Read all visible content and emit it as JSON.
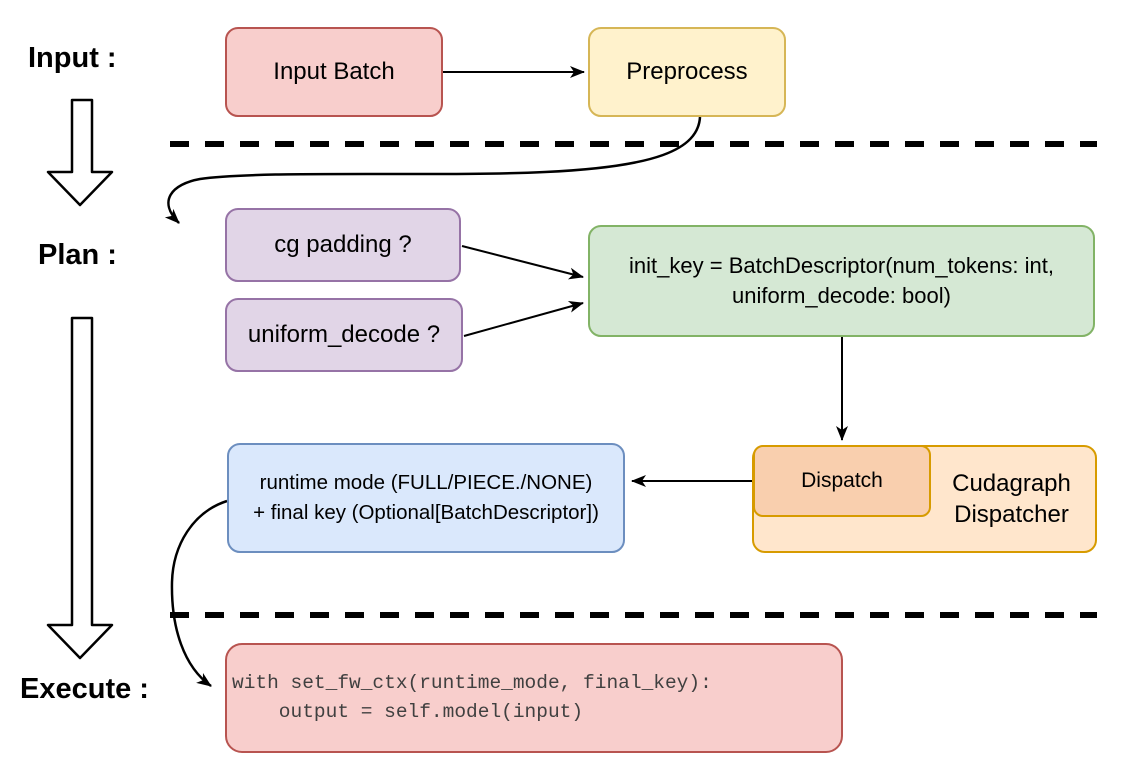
{
  "section_labels": {
    "input": "Input :",
    "plan": "Plan :",
    "execute": "Execute :"
  },
  "boxes": {
    "input_batch": {
      "label": "Input Batch",
      "fill": "#f8cecc",
      "stroke": "#b85450"
    },
    "preprocess": {
      "label": "Preprocess",
      "fill": "#fff2cc",
      "stroke": "#d6b656"
    },
    "cg_padding": {
      "label": "cg padding ?",
      "fill": "#e1d5e7",
      "stroke": "#9673a6"
    },
    "uniform_decode": {
      "label": "uniform_decode ?",
      "fill": "#e1d5e7",
      "stroke": "#9673a6"
    },
    "init_key": {
      "lines": [
        "init_key = BatchDescriptor(num_tokens: int,",
        "uniform_decode: bool)"
      ],
      "fill": "#d5e8d4",
      "stroke": "#82b366"
    },
    "runtime_mode": {
      "lines": [
        "runtime mode (FULL/PIECE./NONE)",
        "+ final key (Optional[BatchDescriptor])"
      ],
      "fill": "#dae8fc",
      "stroke": "#6c8ebf"
    },
    "cudagraph_dispatcher": {
      "label": "Cudagraph Dispatcher",
      "fill": "#ffe6cc",
      "stroke": "#d79b00"
    },
    "dispatch": {
      "label": "Dispatch",
      "fill": "#f9cfae",
      "stroke": "#d79b00"
    },
    "execute_code": {
      "lines": [
        "with set_fw_ctx(runtime_mode, final_key):",
        "    output = self.model(input)"
      ],
      "fill": "#f8cecc",
      "stroke": "#b85450",
      "text_color": "#404040"
    }
  },
  "connections": [
    {
      "from": "input_batch",
      "to": "preprocess",
      "style": "straight"
    },
    {
      "from": "preprocess",
      "to": "cg_padding",
      "style": "curved"
    },
    {
      "from": "cg_padding",
      "to": "init_key",
      "style": "straight"
    },
    {
      "from": "uniform_decode",
      "to": "init_key",
      "style": "straight"
    },
    {
      "from": "init_key",
      "to": "dispatch",
      "style": "straight"
    },
    {
      "from": "dispatch",
      "to": "runtime_mode",
      "style": "straight"
    },
    {
      "from": "runtime_mode",
      "to": "execute_code",
      "style": "curved"
    },
    {
      "from": "input_label",
      "to": "plan_label",
      "style": "hollow-block-arrow"
    },
    {
      "from": "plan_label",
      "to": "execute_label",
      "style": "hollow-block-arrow"
    }
  ],
  "dividers": {
    "count": 2,
    "style": "dashed",
    "color": "#000000"
  }
}
